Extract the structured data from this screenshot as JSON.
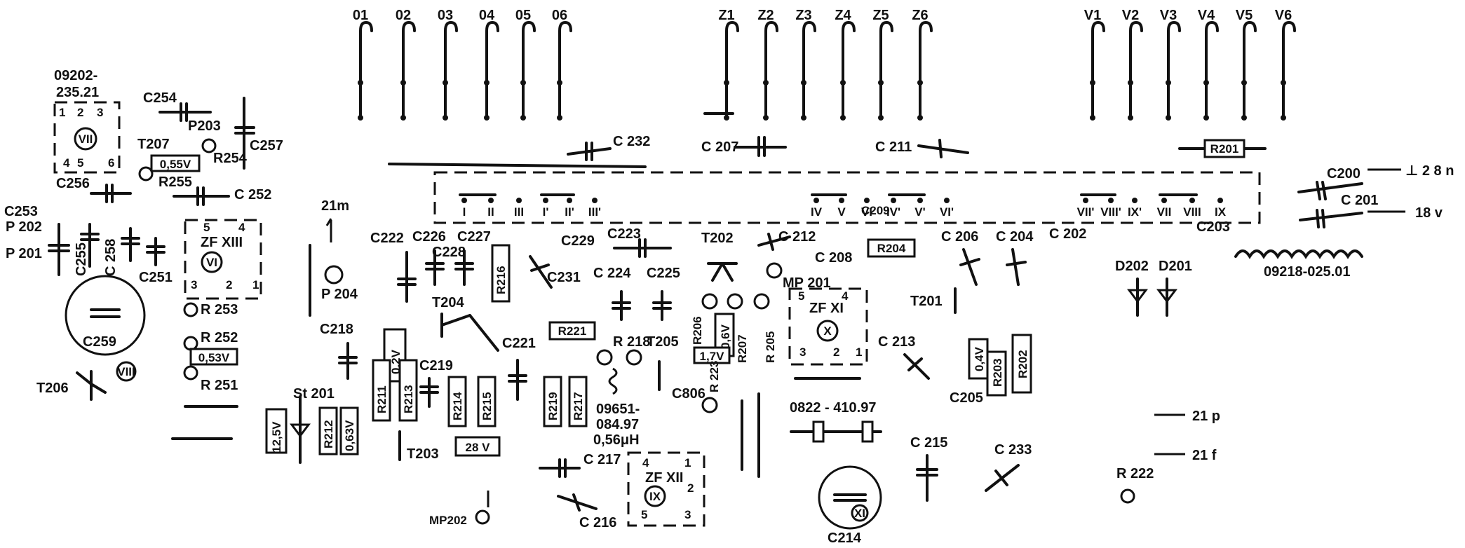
{
  "top_groups": {
    "o": [
      "01",
      "02",
      "03",
      "04",
      "05",
      "06"
    ],
    "z": [
      "Z1",
      "Z2",
      "Z3",
      "Z4",
      "Z5",
      "Z6"
    ],
    "v": [
      "V1",
      "V2",
      "V3",
      "V4",
      "V5",
      "V6"
    ]
  },
  "switch_row": {
    "left": [
      "I",
      "II",
      "III",
      "I'",
      "II'",
      "III'"
    ],
    "mid": [
      "IV",
      "V",
      "VI",
      "IV'",
      "V'",
      "VI'"
    ],
    "right": [
      "VII'",
      "VIII'",
      "IX'",
      "VII",
      "VIII",
      "IX"
    ]
  },
  "modules": {
    "m1": {
      "part": "09202-",
      "part2": "235.21",
      "pins": [
        "1",
        "2",
        "3",
        "4",
        "5",
        "6"
      ],
      "roman": "VII"
    },
    "zf13": {
      "name": "ZF XIII",
      "pins": [
        "5",
        "4",
        "3",
        "2",
        "1"
      ],
      "roman": "VI"
    },
    "zf11": {
      "name": "ZF XI",
      "pins": [
        "5",
        "4",
        "3",
        "2",
        "1"
      ],
      "roman": "X"
    },
    "zf12": {
      "name": "ZF XII",
      "pins": [
        "4",
        "1",
        "2",
        "5",
        "3"
      ],
      "roman": "IX"
    },
    "c259_roman": "VIII",
    "c214_roman": "XI"
  },
  "labels": {
    "c254": "C254",
    "p203": "P203",
    "t207": "T207",
    "c257": "C257",
    "r254": "R254",
    "v055": "0,55V",
    "r255": "R255",
    "c256": "C256",
    "c252": "C 252",
    "c253": "C253",
    "p202": "P 202",
    "p201": "P 201",
    "c255": "C255",
    "c258": "C 258",
    "c251": "C251",
    "c259": "C259",
    "t206": "T206",
    "r253": "R 253",
    "r252": "R 252",
    "v053": "0,53V",
    "r251": "R 251",
    "m21": "21m",
    "p204": "P 204",
    "c218": "C218",
    "st201": "St 201",
    "v125": "12,5V",
    "r212": "R212",
    "v063": "0,63V",
    "c222": "C222",
    "c226": "C226",
    "c228": "C228",
    "c227": "C227",
    "r216": "R216",
    "r211": "R211",
    "v02": "0,2V",
    "r213": "R213",
    "c219": "C219",
    "r214": "R214",
    "r215": "R215",
    "t204": "T204",
    "t203": "T203",
    "v28": "28 V",
    "c221": "C221",
    "c232": "C 232",
    "c229": "C229",
    "c231": "C231",
    "c223": "C223",
    "c224": "C 224",
    "c225": "C225",
    "r221": "R221",
    "r219": "R219",
    "r217": "R217",
    "r218": "R 218",
    "coil_part1": "09651-",
    "coil_part2": "084.97",
    "coil_val": "0,56μH",
    "c217": "C 217",
    "c216": "C 216",
    "mp202": "MP202",
    "t202": "T202",
    "t205": "T205",
    "r206": "R206",
    "v06": "0,6V",
    "v17": "1,7V",
    "r223": "R 223",
    "c806": "C806",
    "r207": "R207",
    "r205": "R 205",
    "c207": "C 207",
    "c212": "C 212",
    "c208": "C 208",
    "mp201": "MP 201",
    "c211": "C 211",
    "r204": "R204",
    "c209": "C209",
    "c213": "C 213",
    "xtal": "0822 - 410.97",
    "c214": "C214",
    "c215": "C 215",
    "c233": "C 233",
    "c206": "C 206",
    "c204": "C 204",
    "c202": "C 202",
    "t201": "T201",
    "v04": "0,4V",
    "r203": "R203",
    "r202": "R202",
    "c205": "C205",
    "r201": "R201",
    "c203": "C203",
    "c200": "C200",
    "c201": "C 201",
    "d202": "D202",
    "d201": "D201",
    "coil_part": "09218-025.01",
    "out_28n": "⊥ 2 8 n",
    "out_18v": "18 v",
    "out_21p": "21 p",
    "out_21f": "21 f",
    "r222": "R 222"
  }
}
